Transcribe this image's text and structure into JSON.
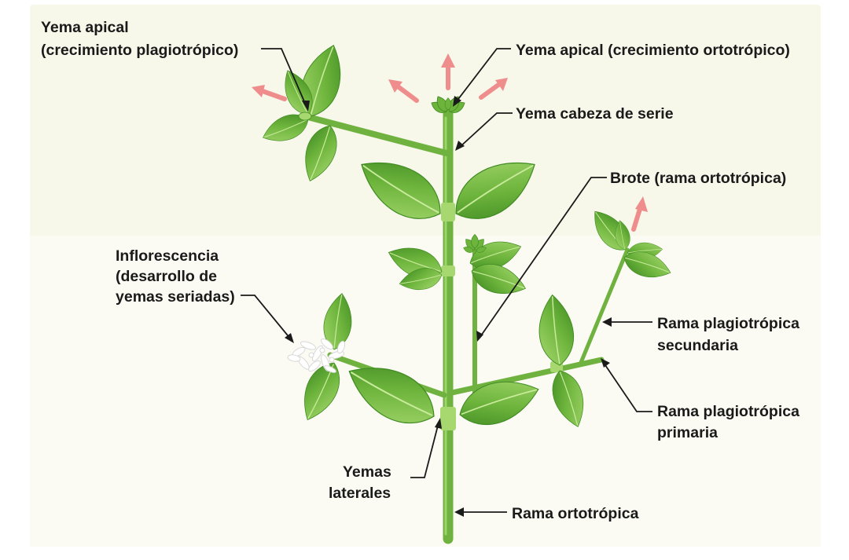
{
  "labels": {
    "apical_plagio_1": "Yema apical",
    "apical_plagio_2": "(crecimiento plagiotrópico)",
    "apical_orto": "Yema apical (crecimiento ortotrópico)",
    "cabeza_serie": "Yema cabeza de serie",
    "brote": "Brote (rama ortotrópica)",
    "inflorescencia_1": "Inflorescencia",
    "inflorescencia_2": "(desarrollo de",
    "inflorescencia_3": "yemas seriadas)",
    "rama_secundaria_1": "Rama plagiotrópica",
    "rama_secundaria_2": "secundaria",
    "rama_primaria_1": "Rama plagiotrópica",
    "rama_primaria_2": "primaria",
    "yemas_laterales_1": "Yemas",
    "yemas_laterales_2": "laterales",
    "rama_ortotropica": "Rama ortotrópica"
  },
  "colors": {
    "background_top": "#f7f7ea",
    "stem": "#6fb23f",
    "leaf_dark": "#4f9a2a",
    "leaf_light": "#a6d86f",
    "growth_arrow": "#ef8d8d"
  }
}
